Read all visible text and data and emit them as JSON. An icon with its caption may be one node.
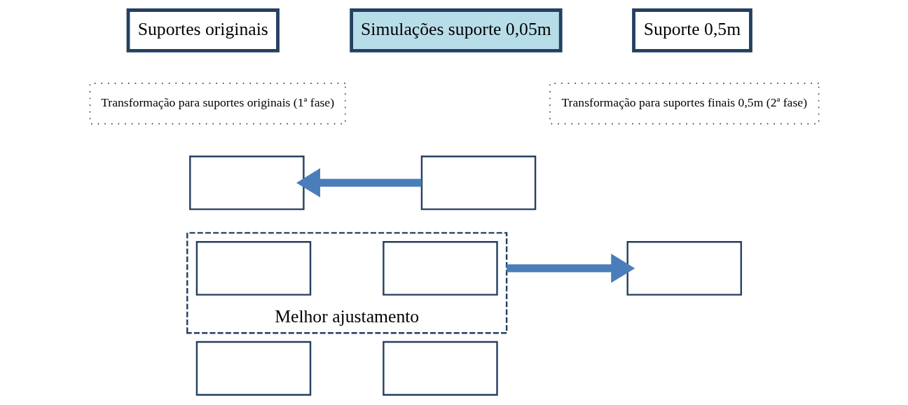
{
  "diagram": {
    "nodes": [
      {
        "text": [
          "Suportes originais"
        ]
      },
      {
        "text": [
          "Simulações suporte 0,05m"
        ]
      },
      {
        "text": [
          "Suporte 0,5m"
        ]
      },
      {
        "text": [
          "Transformação para suportes originais (1ª fase)"
        ]
      },
      {
        "text": [
          "Transformação para suportes finais 0,5m (2ª fase)"
        ]
      },
      {
        "text": [],
        "shape": "box"
      },
      {
        "text": [],
        "shape": "box"
      },
      {
        "text": [
          "Melhor ajustamento"
        ]
      },
      {
        "text": [],
        "shape": "box",
        "in": 7
      },
      {
        "text": [],
        "shape": "box",
        "in": 7
      },
      {
        "text": [],
        "shape": "box"
      },
      {
        "text": [],
        "shape": "box"
      },
      {
        "text": [],
        "shape": "box"
      }
    ],
    "edges": [
      {
        "from": 6,
        "to": 5,
        "arrow": "to"
      },
      {
        "from": 7,
        "to": 10,
        "arrow": "to"
      }
    ]
  }
}
